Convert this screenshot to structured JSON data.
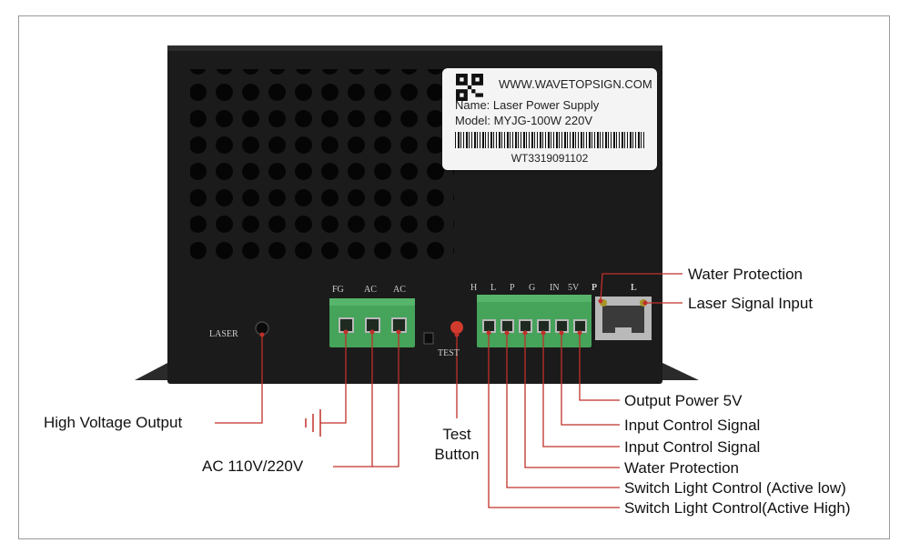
{
  "device": {
    "label": {
      "url": "WWW.WAVETOPSIGN.COM",
      "name_line": "Name:  Laser Power Supply",
      "model_line": "Model: MYJG-100W 220V",
      "serial": "WT3319091102"
    },
    "panel_text": {
      "laser": "LASER",
      "test": "TEST",
      "hv_terminals": [
        "FG",
        "AC",
        "AC"
      ],
      "ctrl_terminals": [
        "H",
        "L",
        "P",
        "G",
        "IN",
        "5V"
      ],
      "rj45": [
        "P",
        "L"
      ]
    }
  },
  "callouts": {
    "water_protection_top": "Water Protection",
    "laser_signal_input": "Laser Signal Input",
    "high_voltage_output": "High Voltage Output",
    "ac_input": "AC 110V/220V",
    "test_button_1": "Test",
    "test_button_2": "Button",
    "output_power_5v": "Output Power 5V",
    "input_control_1": "Input Control Signal",
    "input_control_2": "Input Control Signal",
    "water_protection_bottom": "Water Protection",
    "switch_light_low": "Switch Light Control (Active low)",
    "switch_light_high": "Switch Light Control(Active High)"
  },
  "colors": {
    "callout_line": "#c0302a",
    "terminal_green": "#45a35a",
    "chassis": "#1b1b1b"
  }
}
